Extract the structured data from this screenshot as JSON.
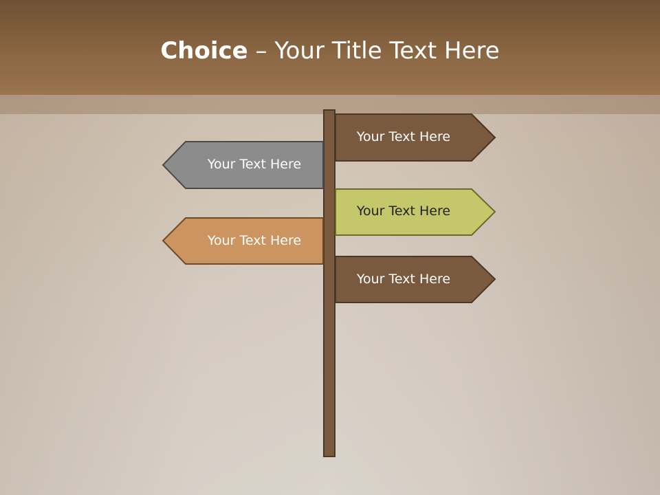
{
  "title": {
    "bold": "Choice",
    "rest": " – Your Title Text Here"
  },
  "signs": [
    {
      "label": "Your Text Here",
      "color": "#7a5a3e"
    },
    {
      "label": "Your Text Here",
      "color": "#8c8c8c"
    },
    {
      "label": "Your Text Here",
      "color": "#c5c86a"
    },
    {
      "label": "Your Text Here",
      "color": "#cc9460"
    },
    {
      "label": "Your Text Here",
      "color": "#7a5a3e"
    }
  ],
  "colors": {
    "title_bar": "#7a5a3e",
    "post": "#7a5a3e",
    "stroke": "#4a3826"
  }
}
